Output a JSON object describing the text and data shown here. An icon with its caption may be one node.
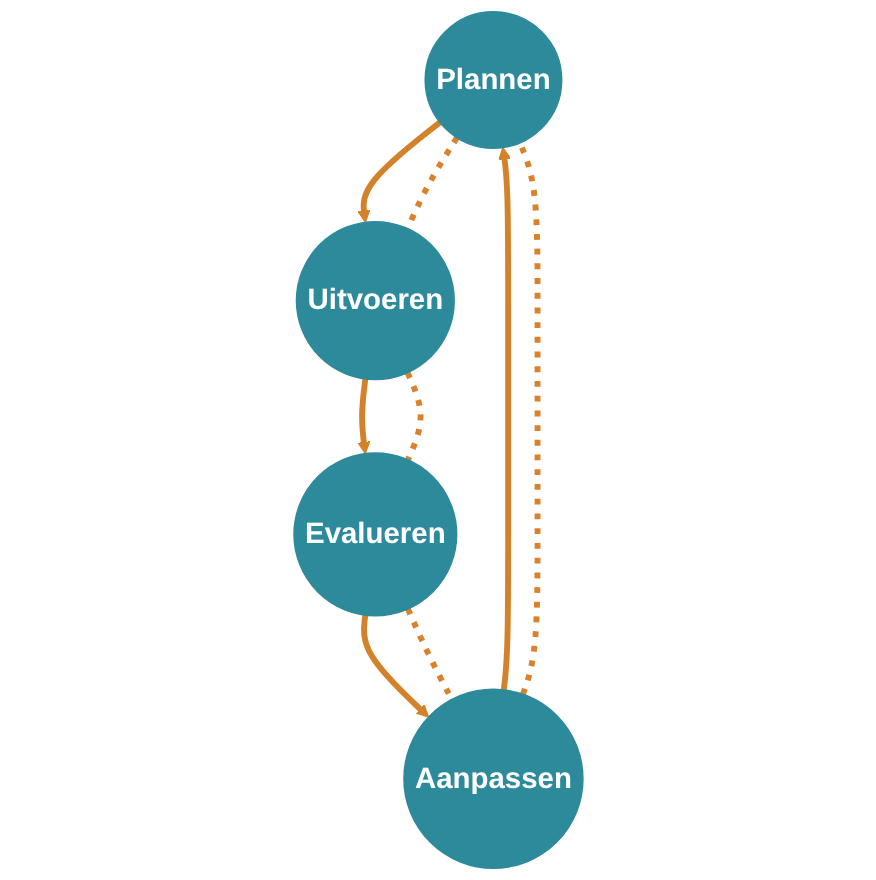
{
  "diagram": {
    "nodes": [
      {
        "text": [
          "Plannen"
        ]
      },
      {
        "text": [
          "Uitvoeren"
        ]
      },
      {
        "text": [
          "Evalueren"
        ]
      },
      {
        "text": [
          "Aanpassen"
        ]
      }
    ],
    "edges": [
      {
        "from": 0,
        "to": 1,
        "arrow": "to",
        "color": "#d4822a"
      },
      {
        "from": 1,
        "to": 2,
        "arrow": "to",
        "color": "#d4822a"
      },
      {
        "from": 2,
        "to": 3,
        "arrow": "to",
        "color": "#d4822a"
      },
      {
        "from": 3,
        "to": 0,
        "arrow": "to",
        "color": "#d4822a"
      },
      {
        "from": 0,
        "to": 1,
        "arrow": "none",
        "style": "dashed",
        "color": "#d9822b"
      },
      {
        "from": 1,
        "to": 2,
        "arrow": "none",
        "style": "dashed",
        "color": "#d9822b"
      },
      {
        "from": 2,
        "to": 3,
        "arrow": "none",
        "style": "dashed",
        "color": "#d9822b"
      },
      {
        "from": 3,
        "to": 0,
        "arrow": "none",
        "style": "dashed",
        "color": "#d9822b"
      }
    ]
  }
}
